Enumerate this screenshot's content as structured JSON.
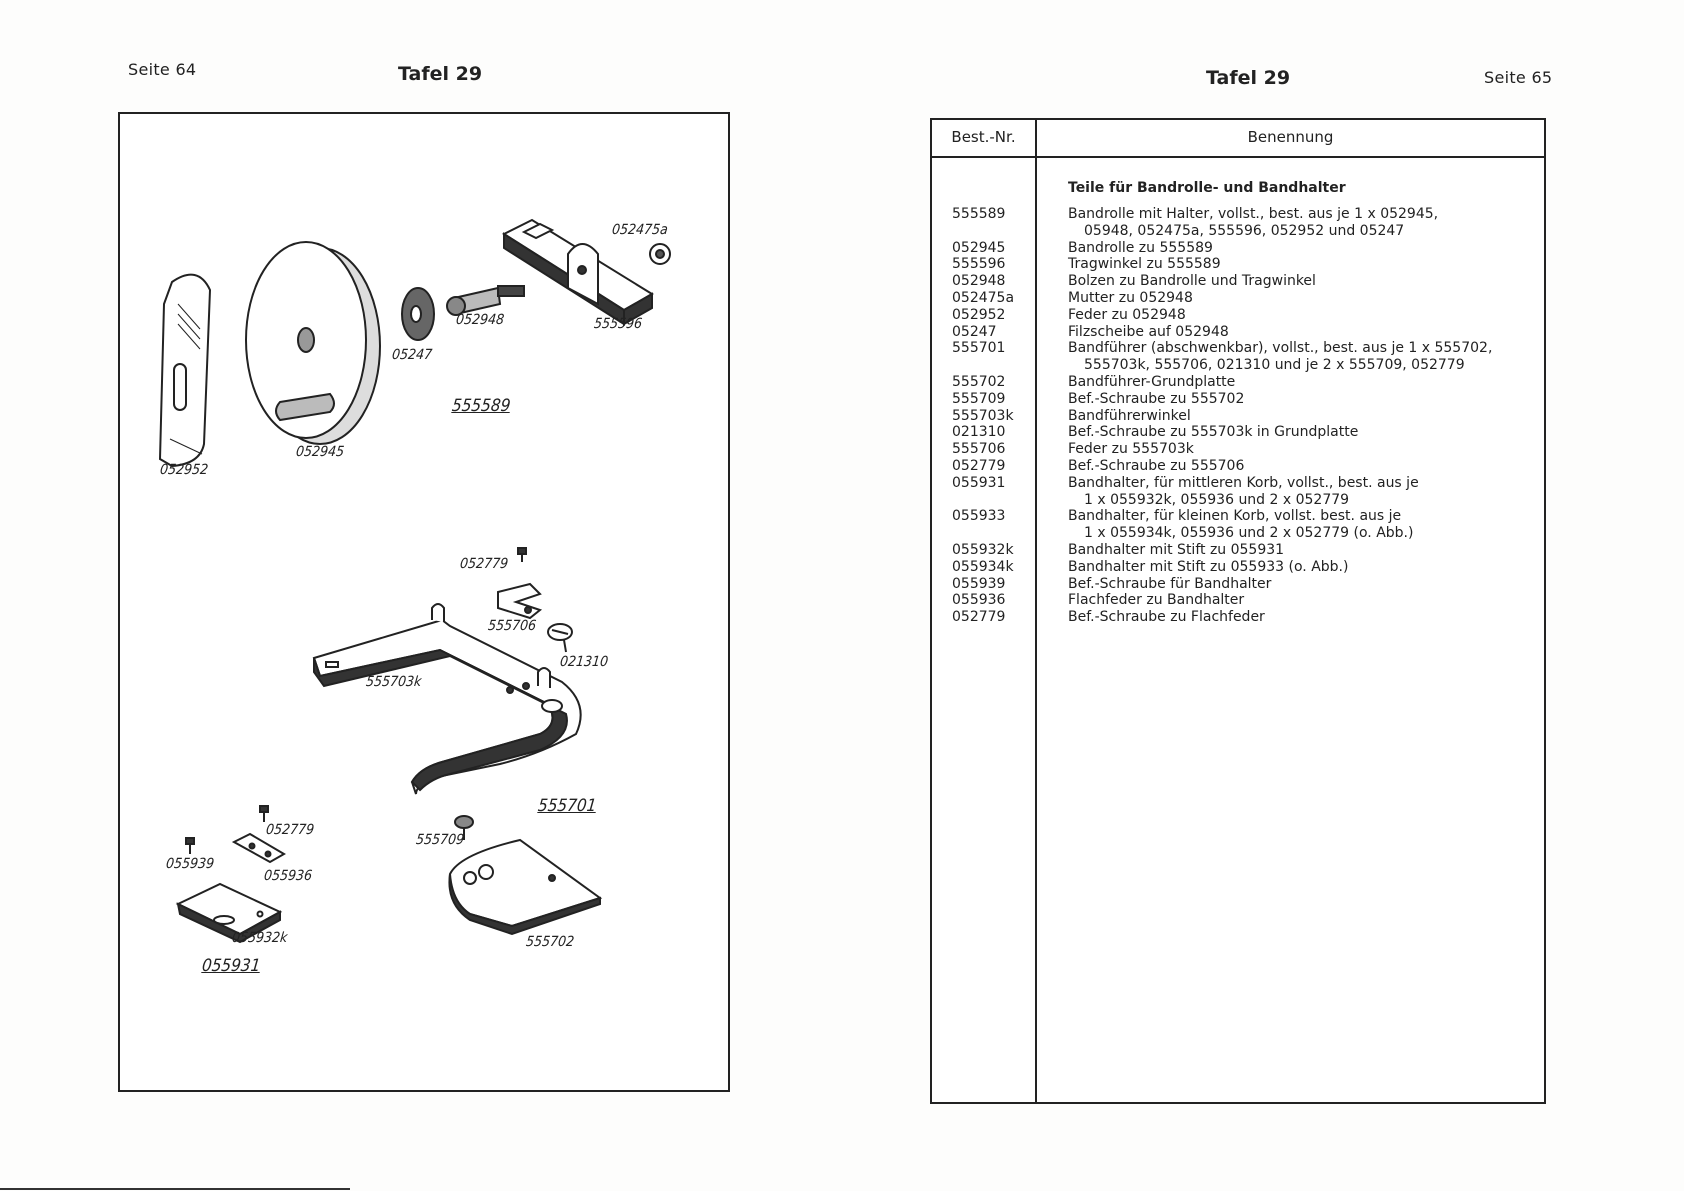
{
  "left_page": {
    "page_label": "Seite 64",
    "plate_title": "Tafel 29",
    "figure": {
      "callouts": {
        "c052952": "052952",
        "c052945": "052945",
        "c05247": "05247",
        "c052948": "052948",
        "c052475a": "052475a",
        "c555596": "555596",
        "c555589": "555589",
        "c052779_mid": "052779",
        "c555706": "555706",
        "c021310": "021310",
        "c555703k": "555703k",
        "c555701": "555701",
        "c555709": "555709",
        "c555702": "555702",
        "c052779_low": "052779",
        "c055939": "055939",
        "c055936": "055936",
        "c055932k": "055932k",
        "c055931": "055931"
      }
    }
  },
  "right_page": {
    "page_label": "Seite 65",
    "plate_title": "Tafel 29",
    "table": {
      "col_nr": "Best.-Nr.",
      "col_name": "Benennung",
      "section_title": "Teile für Bandrolle- und Bandhalter",
      "rows": [
        {
          "nr": "555589",
          "lines": [
            "Bandrolle mit Halter, vollst., best. aus je 1 x 052945,",
            "05948, 052475a, 555596, 052952 und 05247"
          ]
        },
        {
          "nr": "052945",
          "lines": [
            "Bandrolle zu 555589"
          ]
        },
        {
          "nr": "555596",
          "lines": [
            "Tragwinkel zu 555589"
          ]
        },
        {
          "nr": "052948",
          "lines": [
            "Bolzen zu Bandrolle und Tragwinkel"
          ]
        },
        {
          "nr": "052475a",
          "lines": [
            "Mutter zu 052948"
          ]
        },
        {
          "nr": "052952",
          "lines": [
            "Feder zu 052948"
          ]
        },
        {
          "nr": "05247",
          "lines": [
            "Filzscheibe auf 052948"
          ]
        },
        {
          "nr": "555701",
          "lines": [
            "Bandführer (abschwenkbar), vollst., best. aus je 1 x 555702,",
            "555703k, 555706, 021310 und je 2 x 555709, 052779"
          ]
        },
        {
          "nr": "555702",
          "lines": [
            "Bandführer-Grundplatte"
          ]
        },
        {
          "nr": "555709",
          "lines": [
            "Bef.-Schraube zu 555702"
          ]
        },
        {
          "nr": "555703k",
          "lines": [
            "Bandführerwinkel"
          ]
        },
        {
          "nr": "021310",
          "lines": [
            "Bef.-Schraube zu 555703k in Grundplatte"
          ]
        },
        {
          "nr": "555706",
          "lines": [
            "Feder zu 555703k"
          ]
        },
        {
          "nr": "052779",
          "lines": [
            "Bef.-Schraube zu 555706"
          ]
        },
        {
          "nr": "055931",
          "lines": [
            "Bandhalter, für mittleren Korb, vollst., best. aus je",
            "1 x 055932k, 055936 und 2 x 052779"
          ]
        },
        {
          "nr": "055933",
          "lines": [
            "Bandhalter, für kleinen Korb, vollst. best. aus je",
            "1 x 055934k, 055936 und 2 x 052779 (o. Abb.)"
          ]
        },
        {
          "nr": "055932k",
          "lines": [
            "Bandhalter mit Stift zu 055931"
          ]
        },
        {
          "nr": "055934k",
          "lines": [
            "Bandhalter mit Stift zu 055933 (o. Abb.)"
          ]
        },
        {
          "nr": "055939",
          "lines": [
            "Bef.-Schraube für Bandhalter"
          ]
        },
        {
          "nr": "055936",
          "lines": [
            "Flachfeder zu Bandhalter"
          ]
        },
        {
          "nr": "052779",
          "lines": [
            "Bef.-Schraube zu Flachfeder"
          ]
        }
      ]
    }
  }
}
